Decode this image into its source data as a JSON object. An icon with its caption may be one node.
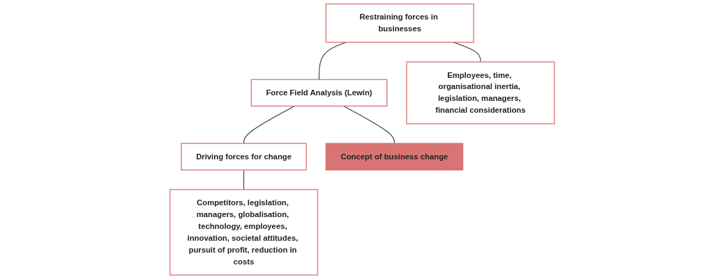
{
  "diagram": {
    "nodes": [
      {
        "text": [
          "Restraining forces in businesses"
        ]
      },
      {
        "text": [
          "Force Field Analysis (Lewin)"
        ]
      },
      {
        "text": [
          "Driving forces for change"
        ]
      },
      {
        "text": [
          "Employees, time, organisational inertia, legislation, managers, financial considerations"
        ]
      },
      {
        "text": [
          "Concept of business change"
        ]
      },
      {
        "text": [
          "Competitors, legislation, managers, globalisation, technology, employees, innovation, societal attitudes, pursuit of profit, reduction in costs"
        ]
      }
    ],
    "edges": [
      {
        "from": 0,
        "to": 1,
        "arrow": "none"
      },
      {
        "from": 1,
        "to": 2,
        "arrow": "none"
      },
      {
        "from": 0,
        "to": 3,
        "arrow": "none"
      },
      {
        "from": 1,
        "to": 4,
        "arrow": "none"
      },
      {
        "from": 2,
        "to": 5,
        "arrow": "none"
      }
    ]
  }
}
